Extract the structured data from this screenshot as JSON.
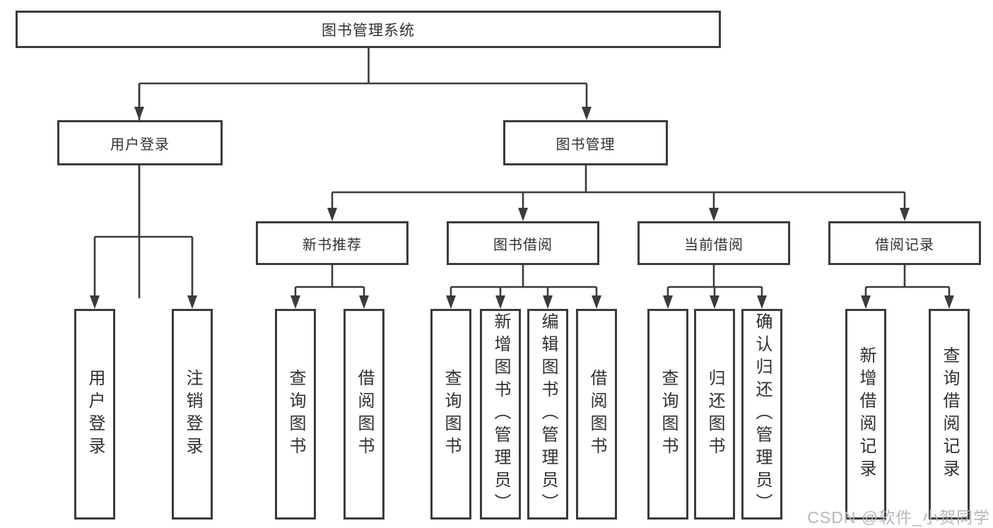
{
  "nodes": {
    "root": "图书管理系统",
    "level2": [
      "用户登录",
      "图书管理"
    ],
    "level3": [
      "新书推荐",
      "图书借阅",
      "当前借阅",
      "借阅记录"
    ],
    "leaves": [
      "用户登录",
      "注销登录",
      "查询图书",
      "借阅图书",
      "查询图书",
      "新增图书（管理员）",
      "编辑图书（管理员）",
      "借阅图书",
      "查询图书",
      "归还图书",
      "确认归还（管理员）",
      "新增借阅记录",
      "查询借阅记录"
    ]
  },
  "colors": {
    "line": "#3b3b3b",
    "background": "#ffffff",
    "watermark": "#afb3ba"
  },
  "watermark": {
    "text": "CSDN @软件_小贺同学"
  }
}
